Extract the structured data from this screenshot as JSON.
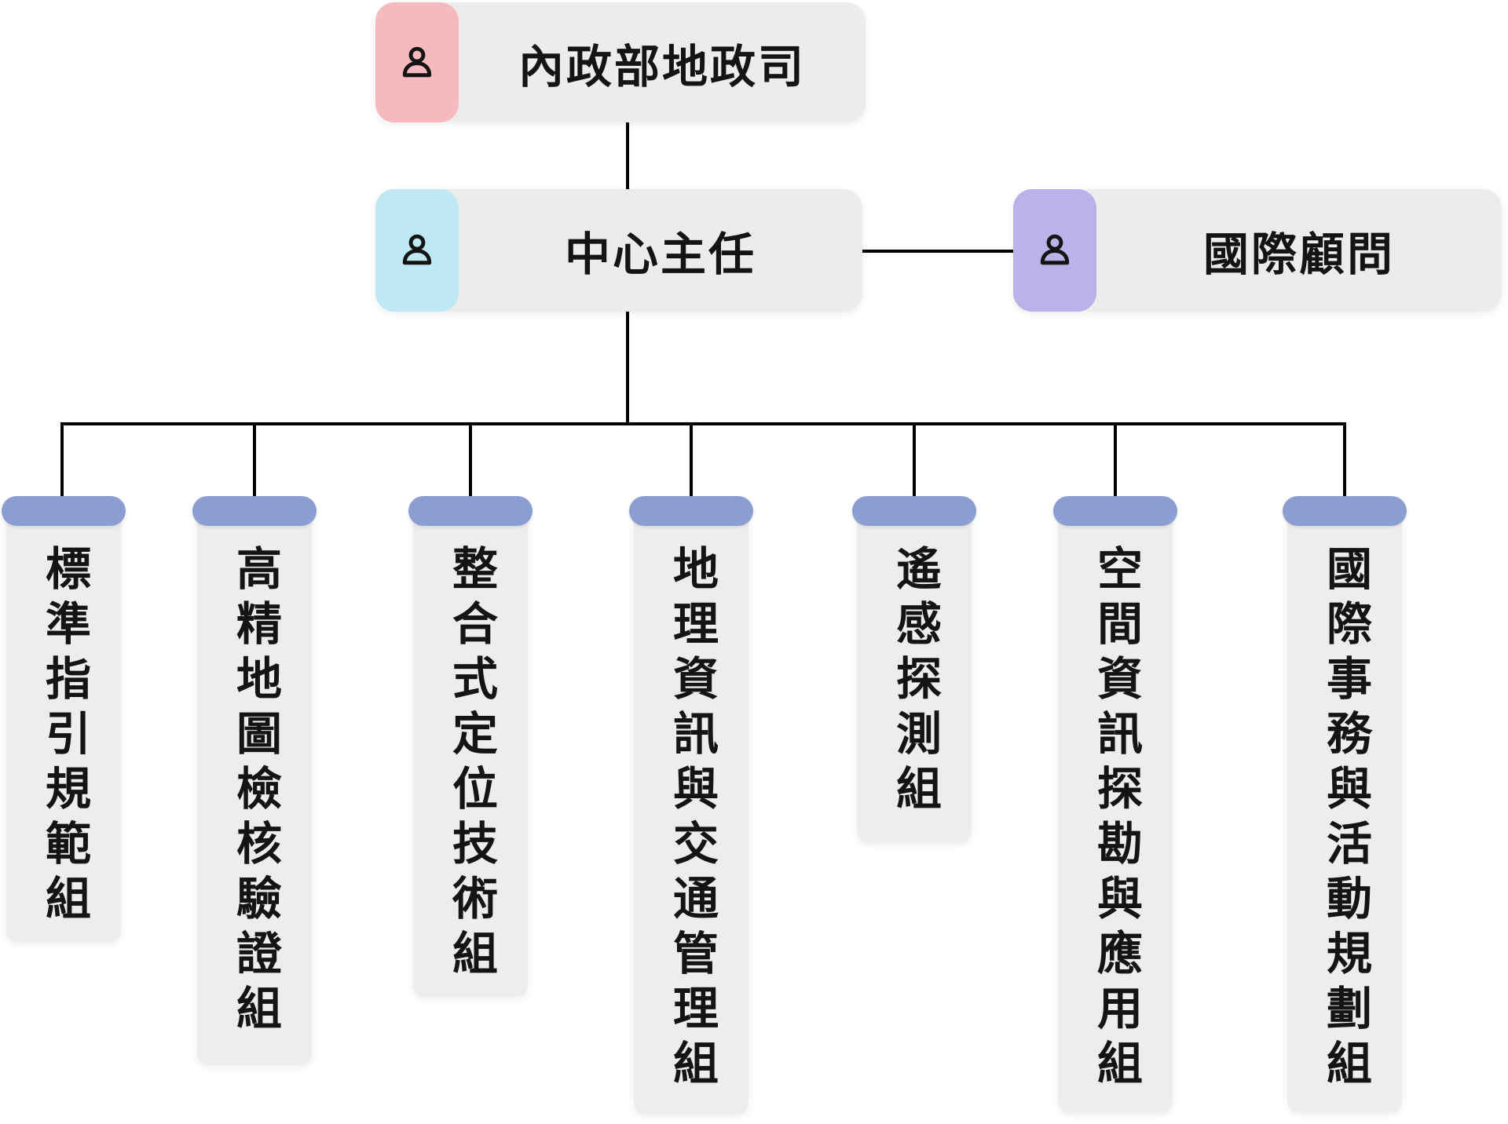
{
  "root": {
    "label": "內政部地政司",
    "icon": "person-icon",
    "icon_color": "#f6babe"
  },
  "director": {
    "label": "中心主任",
    "icon": "person-icon",
    "icon_color": "#bee8f2"
  },
  "advisor": {
    "label": "國際顧問",
    "icon": "person-icon",
    "icon_color": "#bab2e8"
  },
  "groups": [
    {
      "label": "標準指引規範組"
    },
    {
      "label": "高精地圖檢核驗證組"
    },
    {
      "label": "整合式定位技術組"
    },
    {
      "label": "地理資訊與交通管理組"
    },
    {
      "label": "遙感探測組"
    },
    {
      "label": "空間資訊探勘與應用組"
    },
    {
      "label": "國際事務與活動規劃組"
    }
  ],
  "colors": {
    "node_background": "#ececec",
    "group_header": "#8c9dd1",
    "icon_pink": "#f6babe",
    "icon_cyan": "#bee8f2",
    "icon_purple": "#bab2e8",
    "connector": "#000000",
    "text": "#141414"
  }
}
